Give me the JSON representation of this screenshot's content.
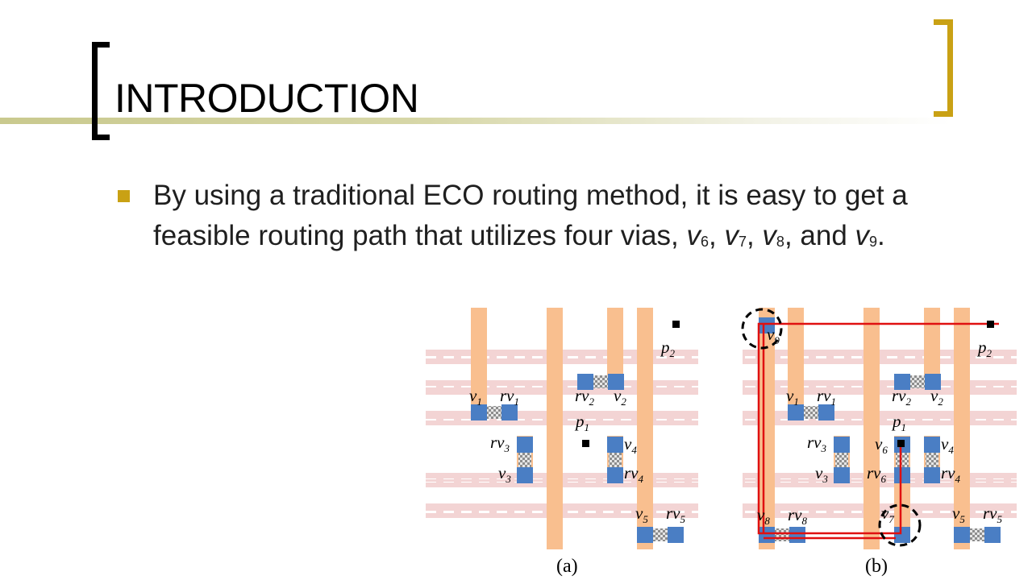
{
  "slide": {
    "title": "INTRODUCTION",
    "bullet": {
      "part1": "By using a traditional ECO routing method, it is easy to get a feasible routing path that utilizes four vias, ",
      "via_prefix": "v",
      "via_subs": [
        "6",
        "7",
        "8",
        "9"
      ],
      "sep1": ", ",
      "sep2": ", ",
      "sep3": ", and ",
      "end": "."
    }
  },
  "figure": {
    "panels": [
      {
        "caption": "(a)",
        "pins": [
          {
            "label": "p",
            "sub": "2"
          },
          {
            "label": "p",
            "sub": "1"
          }
        ],
        "vias": [
          {
            "label": "v",
            "sub": "1"
          },
          {
            "label": "rv",
            "sub": "1"
          },
          {
            "label": "rv",
            "sub": "2"
          },
          {
            "label": "v",
            "sub": "2"
          },
          {
            "label": "rv",
            "sub": "3"
          },
          {
            "label": "v",
            "sub": "3"
          },
          {
            "label": "v",
            "sub": "4"
          },
          {
            "label": "rv",
            "sub": "4"
          },
          {
            "label": "v",
            "sub": "5"
          },
          {
            "label": "rv",
            "sub": "5"
          }
        ]
      },
      {
        "caption": "(b)",
        "pins": [
          {
            "label": "p",
            "sub": "2"
          },
          {
            "label": "p",
            "sub": "1"
          }
        ],
        "vias": [
          {
            "label": "v",
            "sub": "1"
          },
          {
            "label": "rv",
            "sub": "1"
          },
          {
            "label": "rv",
            "sub": "2"
          },
          {
            "label": "v",
            "sub": "2"
          },
          {
            "label": "rv",
            "sub": "3"
          },
          {
            "label": "v",
            "sub": "3"
          },
          {
            "label": "v",
            "sub": "4"
          },
          {
            "label": "rv",
            "sub": "4"
          },
          {
            "label": "v",
            "sub": "5"
          },
          {
            "label": "rv",
            "sub": "5"
          },
          {
            "label": "v",
            "sub": "6"
          },
          {
            "label": "rv",
            "sub": "6"
          },
          {
            "label": "v",
            "sub": "7"
          },
          {
            "label": "v",
            "sub": "8"
          },
          {
            "label": "rv",
            "sub": "8"
          },
          {
            "label": "v",
            "sub": "9"
          }
        ]
      }
    ],
    "colors": {
      "vertical_wire": "#f9bf8f",
      "horizontal_track": "#f3d4d4",
      "via": "#4a7ec4",
      "route": "#e01010",
      "title_bracket": "#c9a114"
    }
  }
}
